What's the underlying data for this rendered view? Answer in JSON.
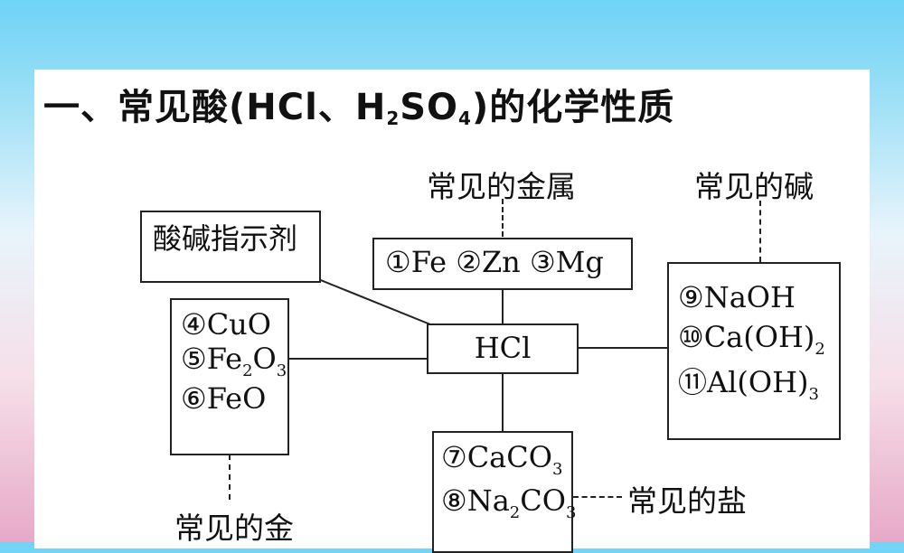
{
  "title": {
    "prefix": "一、常见酸(HCl、H",
    "sub1": "2",
    "mid": "SO",
    "sub2": "4",
    "suffix": ")的化学性质"
  },
  "labels": {
    "metals": "常见的金属",
    "bases": "常见的碱",
    "salts": "常见的盐",
    "metal_oxides": "常见的金"
  },
  "indicator": "酸碱指示剂",
  "center": "HCl",
  "metals_box": "①Fe ②Zn ③Mg",
  "oxides": [
    {
      "num": "④",
      "text": "CuO"
    },
    {
      "num": "⑤",
      "text": "Fe",
      "s1": "2",
      "t2": "O",
      "s2": "3"
    },
    {
      "num": "⑥",
      "text": "FeO"
    }
  ],
  "bases_box": [
    {
      "num": "⑨",
      "text": "NaOH"
    },
    {
      "num": "⑩",
      "text": "Ca(OH)",
      "s1": "2"
    },
    {
      "num": "⑪",
      "text": "Al(OH)",
      "s1": "3"
    }
  ],
  "salts_box": [
    {
      "num": "⑦",
      "text": "CaCO",
      "s1": "3"
    },
    {
      "num": "⑧",
      "text": "Na",
      "s1": "2",
      "t2": "CO",
      "s2": "3"
    }
  ]
}
